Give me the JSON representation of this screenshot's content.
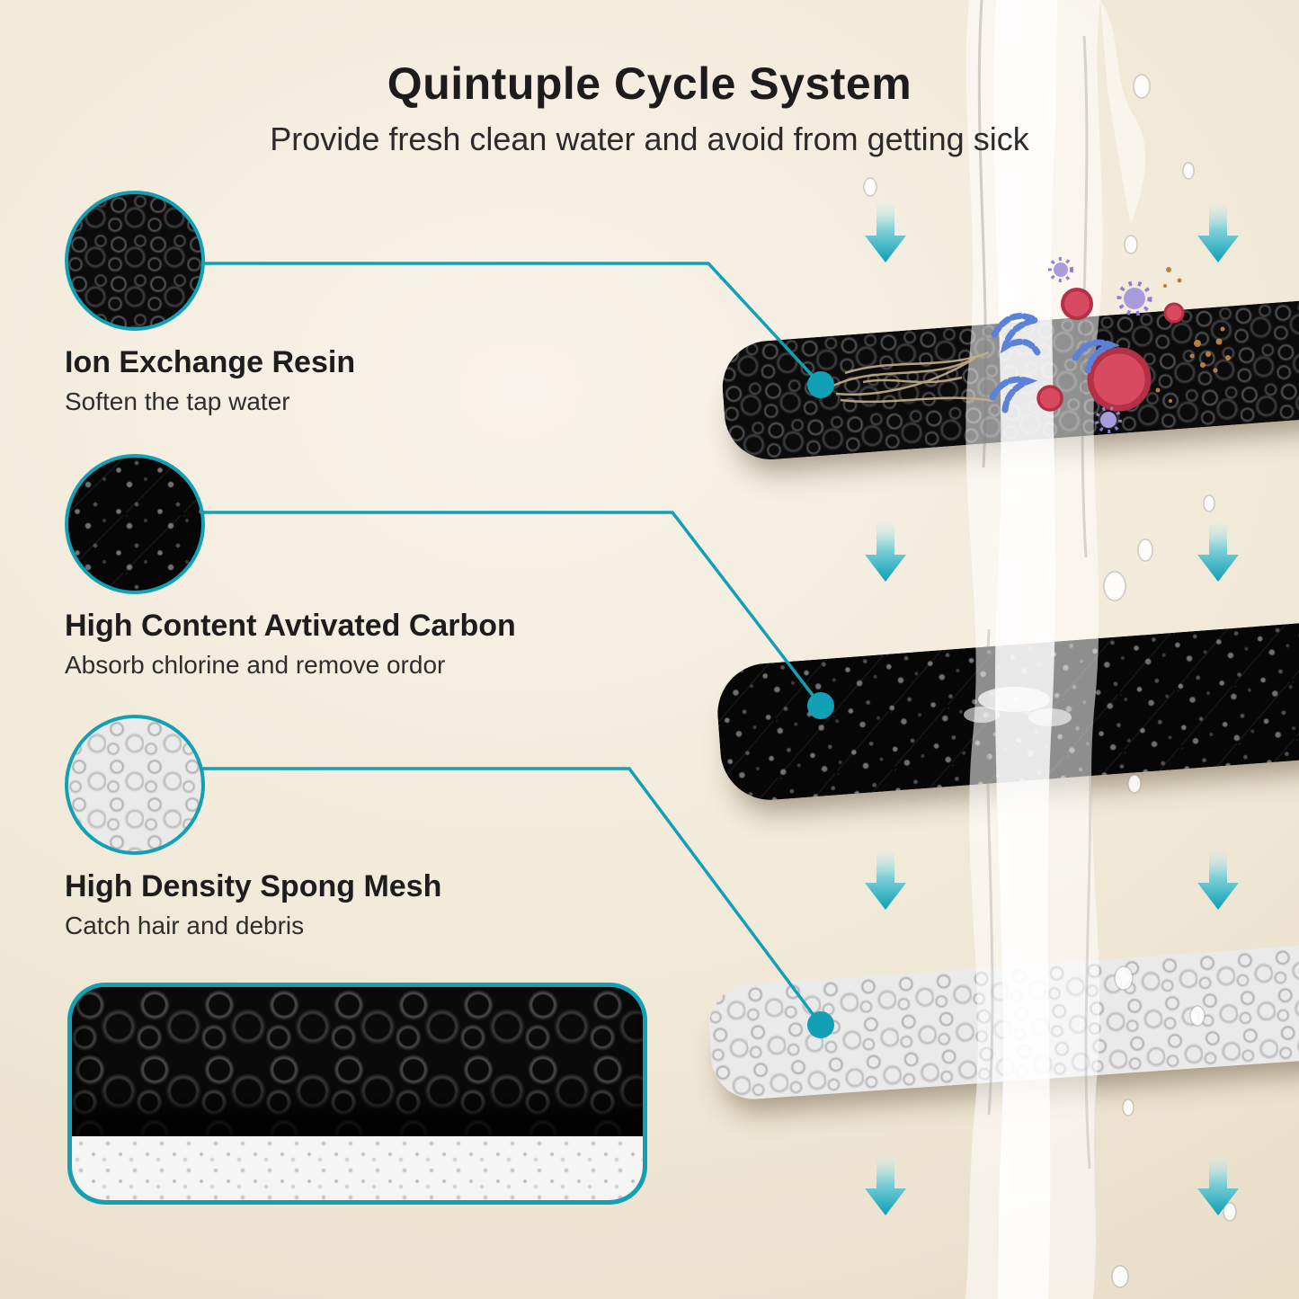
{
  "header": {
    "title": "Quintuple Cycle System",
    "subtitle": "Provide fresh clean water and avoid from getting sick"
  },
  "features": [
    {
      "icon": "resin-texture-circle",
      "title": "Ion Exchange Resin",
      "desc": "Soften the tap water"
    },
    {
      "icon": "carbon-texture-circle",
      "title": "High Content Avtivated Carbon",
      "desc": "Absorb chlorine and remove ordor"
    },
    {
      "icon": "sponge-texture-circle",
      "title": "High Density Spong Mesh",
      "desc": "Catch hair and debris"
    }
  ],
  "colors": {
    "accent": "#12a0b5",
    "accent_light": "#cdeef2",
    "title_text": "#1c1c1c",
    "body_text": "#2e2e2e",
    "background": "#f2ead9"
  }
}
